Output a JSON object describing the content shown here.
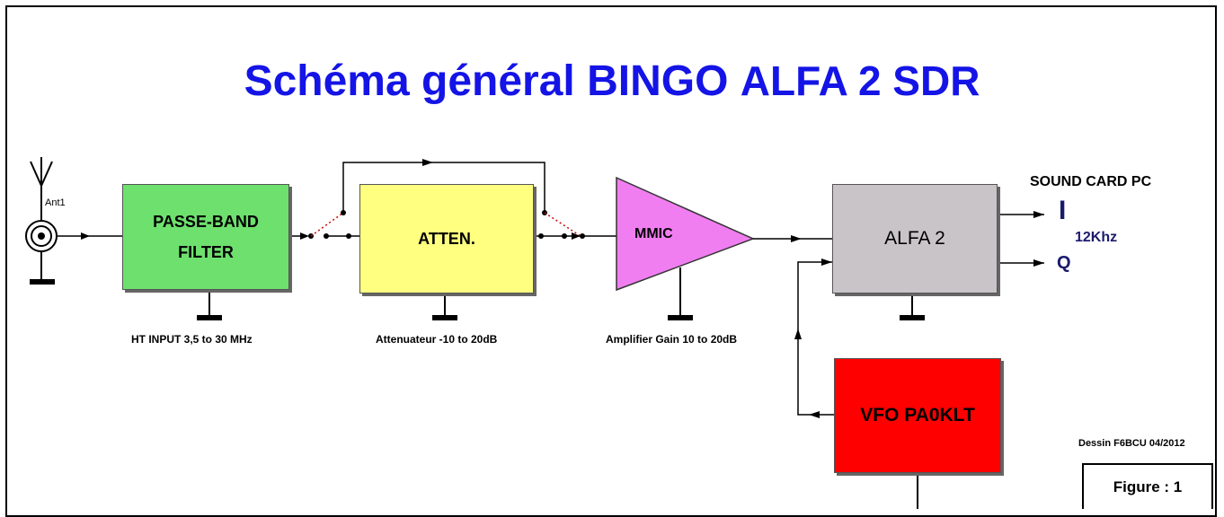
{
  "title": {
    "part1": "Schéma général BINGO ",
    "part2": "ALFA 2 SDR"
  },
  "antenna": {
    "label": "Ant1"
  },
  "blocks": {
    "filter": {
      "line1": "PASSE-BAND",
      "line2": "FILTER",
      "color": "#6ee06e"
    },
    "atten": {
      "label": "ATTEN.",
      "color": "#ffff80"
    },
    "mmic": {
      "label": "MMIC",
      "color": "#f07ef0"
    },
    "alfa": {
      "label": "ALFA 2",
      "color": "#c8c4c8"
    },
    "vfo": {
      "label": "VFO PA0KLT",
      "color": "#ff0000"
    }
  },
  "captions": {
    "filter": "HT INPUT 3,5 to 30 MHz",
    "atten": "Attenuateur  -10 to 20dB",
    "mmic": "Amplifier Gain 10 to 20dB"
  },
  "outputs": {
    "header": "SOUND CARD PC",
    "i": "I",
    "q": "Q",
    "freq": "12Khz"
  },
  "credit": "Dessin F6BCU  04/2012",
  "figure": "Figure : 1"
}
